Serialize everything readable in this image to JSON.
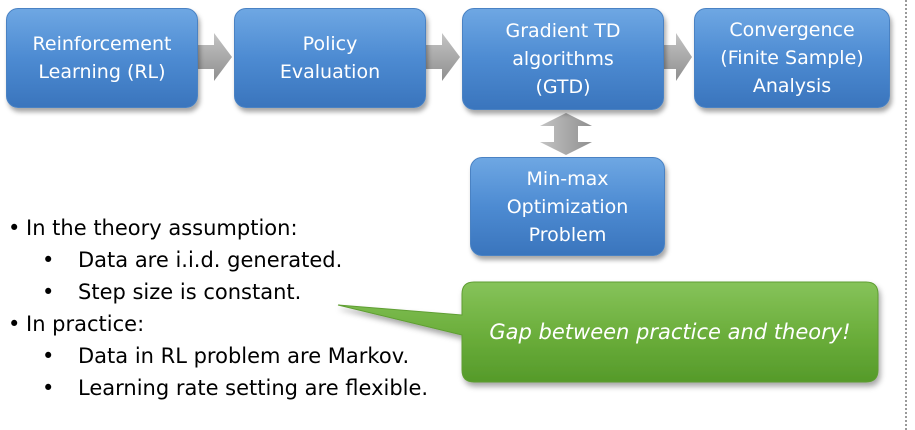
{
  "flow": {
    "boxes": [
      {
        "id": "rl",
        "lines": [
          "Reinforcement",
          "Learning (RL)"
        ]
      },
      {
        "id": "policy",
        "lines": [
          "Policy",
          "Evaluation"
        ]
      },
      {
        "id": "gtd",
        "lines": [
          "Gradient TD",
          "algorithms",
          "(GTD)"
        ]
      },
      {
        "id": "convergence",
        "lines": [
          "Convergence",
          "(Finite Sample)",
          "Analysis"
        ]
      },
      {
        "id": "minmax",
        "lines": [
          "Min-max",
          "Optimization",
          "Problem"
        ]
      }
    ]
  },
  "bullets": {
    "theory_heading": "In the theory assumption:",
    "theory_items": [
      "Data are i.i.d. generated.",
      "Step size is constant."
    ],
    "practice_heading": "In practice:",
    "practice_items": [
      "Data in RL problem are Markov.",
      "Learning rate setting are flexible."
    ],
    "bullet_char": "•"
  },
  "callout": {
    "text": "Gap between practice and theory!"
  },
  "colors": {
    "box_blue": "#4d8bd2",
    "arrow_gray": "#a6a6a6",
    "callout_green": "#6aad3a"
  }
}
